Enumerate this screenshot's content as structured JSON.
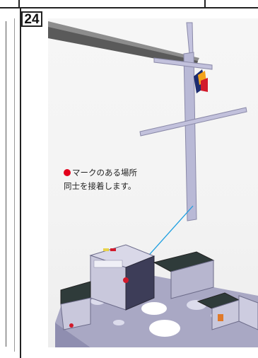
{
  "step": {
    "number": "24"
  },
  "callout": {
    "line1": "マークのある場所",
    "line2": "同士を接着します。",
    "marker_color": "#e3001b",
    "arrow_color": "#1e9fe0"
  },
  "colors": {
    "mast": "#b9b9d6",
    "hull_deck": "#a9a8c4",
    "funnel_flag": [
      "#1c2b6e",
      "#f3a21b",
      "#d21a2b"
    ]
  }
}
